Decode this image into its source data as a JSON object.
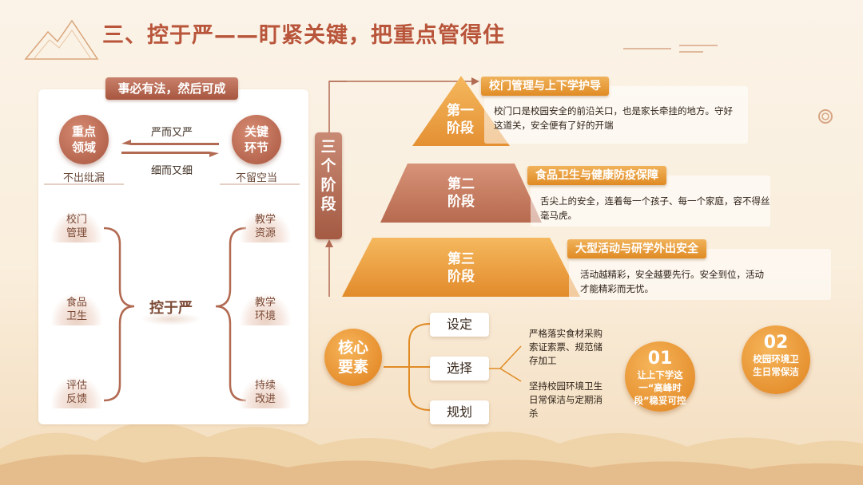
{
  "title": "三、控于严——盯紧关键，把重点管得住",
  "left_panel": {
    "header": "事必有法，然后可成",
    "left_circle": "重点领域",
    "left_caption": "不出纰漏",
    "right_circle": "关键环节",
    "right_caption": "不留空当",
    "top_arrow_label": "严而又严",
    "bottom_arrow_label": "细而又细",
    "center": "控于严",
    "left_items": [
      "校门管理",
      "食品卫生",
      "评估反馈"
    ],
    "right_items": [
      "教学资源",
      "教学环境",
      "持续改进"
    ]
  },
  "stages_label": "三个阶段",
  "stages": [
    {
      "name": "第一阶段",
      "tag": "校门管理与上下学护导",
      "text": "校门口是校园安全的前沿关口，也是家长牵挂的地方。守好这道关，安全便有了好的开端"
    },
    {
      "name": "第二阶段",
      "tag": "食品卫生与健康防疫保障",
      "text": "舌尖上的安全，连着每一个孩子、每一个家庭，容不得丝毫马虎。"
    },
    {
      "name": "第三阶段",
      "tag": "大型活动与研学外出安全",
      "text": "活动越精彩，安全越要先行。安全到位，活动才能精彩而无忧。"
    }
  ],
  "core": {
    "label": "核心要素",
    "items": [
      "设定",
      "选择",
      "规划"
    ],
    "note_1": "严格落实食材采购索证索票、规范储存加工",
    "note_2": "坚持校园环境卫生日常保洁与定期消杀"
  },
  "badges": [
    {
      "num": "01",
      "text": "让上下学这一“高峰时段”稳妥可控"
    },
    {
      "num": "02",
      "text": "校园环境卫生日常保洁"
    }
  ],
  "colors": {
    "accent_red": "#a9563f",
    "accent_orange": "#e08b24",
    "title": "#b8553a"
  }
}
